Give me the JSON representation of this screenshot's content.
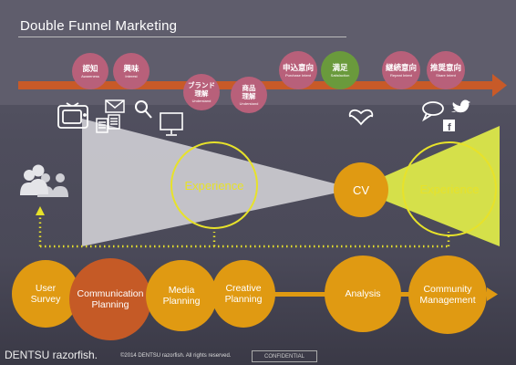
{
  "title": "Double Funnel Marketing",
  "stages": [
    {
      "jp": "認知",
      "en": "Awareness"
    },
    {
      "jp": "興味",
      "en": "Interest"
    },
    {
      "jp": "ブランド\n理解",
      "en": "Understand"
    },
    {
      "jp": "商品\n理解",
      "en": "Understand"
    },
    {
      "jp": "申込意向",
      "en": "Purchase Intent"
    },
    {
      "jp": "満足",
      "en": "Satisfaction"
    },
    {
      "jp": "継続意向",
      "en": "Repeat Intent"
    },
    {
      "jp": "推奨意向",
      "en": "Share Intent"
    }
  ],
  "funnel": {
    "left": "Experience",
    "center": "CV",
    "right": "Experience"
  },
  "activities": {
    "user_survey": "User\nSurvey",
    "communication_planning": "Communication\nPlanning",
    "media_planning": "Media\nPlanning",
    "creative_planning": "Creative\nPlanning",
    "analysis": "Analysis",
    "community_management": "Community\nManagement"
  },
  "footer": {
    "logo": "DENTSU razorfish.",
    "copyright": "©2014 DENTSU razorfish. All rights reserved.",
    "confidential": "CONFIDENTIAL"
  },
  "colors": {
    "arrow": "#c85a28",
    "stage_pink": "#b8607a",
    "stage_green": "#6a9a3c",
    "orange": "#e09a12",
    "dark_orange": "#c55a26",
    "funnel_left": "#c9c8cf",
    "funnel_right": "#d5e04a",
    "yellow_dot": "#e7e22a"
  },
  "icons": [
    "tv-icon",
    "mail-icon",
    "search-icon",
    "document-icon",
    "monitor-icon",
    "heart-icon",
    "speech-bubble-icon",
    "twitter-bird-icon",
    "facebook-icon",
    "users-icon"
  ]
}
